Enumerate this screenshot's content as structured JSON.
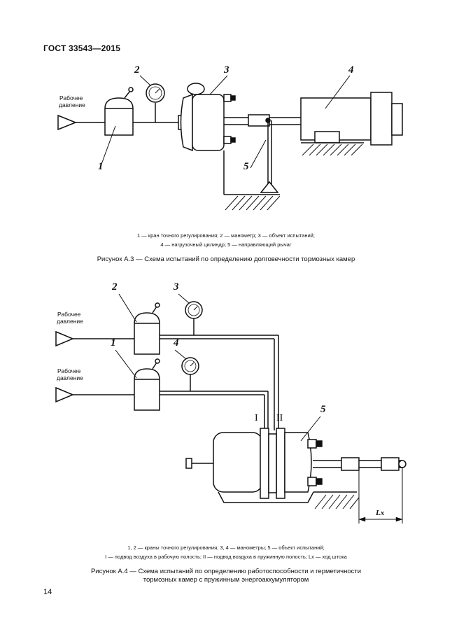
{
  "header": {
    "doc_id": "ГОСТ 33543—2015"
  },
  "figure_a3": {
    "input_label_line1": "Рабочее",
    "input_label_line2": "давление",
    "callouts": [
      "1",
      "2",
      "3",
      "4",
      "5"
    ],
    "legend_line1": "1 — кран точного регулирования; 2 — манометр; 3 — объект испытаний;",
    "legend_line2": "4 — нагрузочный цилиндр; 5 — направляющий рычаг",
    "caption": "Рисунок А.3 — Схема испытаний по определению долговечности тормозных камер"
  },
  "figure_a4": {
    "input_top_line1": "Рабочее",
    "input_top_line2": "давление",
    "input_bottom_line1": "Рабочее",
    "input_bottom_line2": "давление",
    "callouts": [
      "1",
      "2",
      "3",
      "4",
      "5"
    ],
    "port_I": "I",
    "port_II": "II",
    "stroke_label": "Lx",
    "legend_line1": "1, 2 — краны точного регулирования; 3, 4 — манометры; 5 — объект испытаний;",
    "legend_line2": "I — подвод воздуха в рабочую полость; II — подвод воздуха в пружинную полость; Lx — ход штока",
    "caption_line1": "Рисунок А.4 — Схема испытаний по определению работоспособности и герметичности",
    "caption_line2": "тормозных камер с пружинным энергоаккумулятором"
  },
  "footer": {
    "page_number": "14"
  }
}
